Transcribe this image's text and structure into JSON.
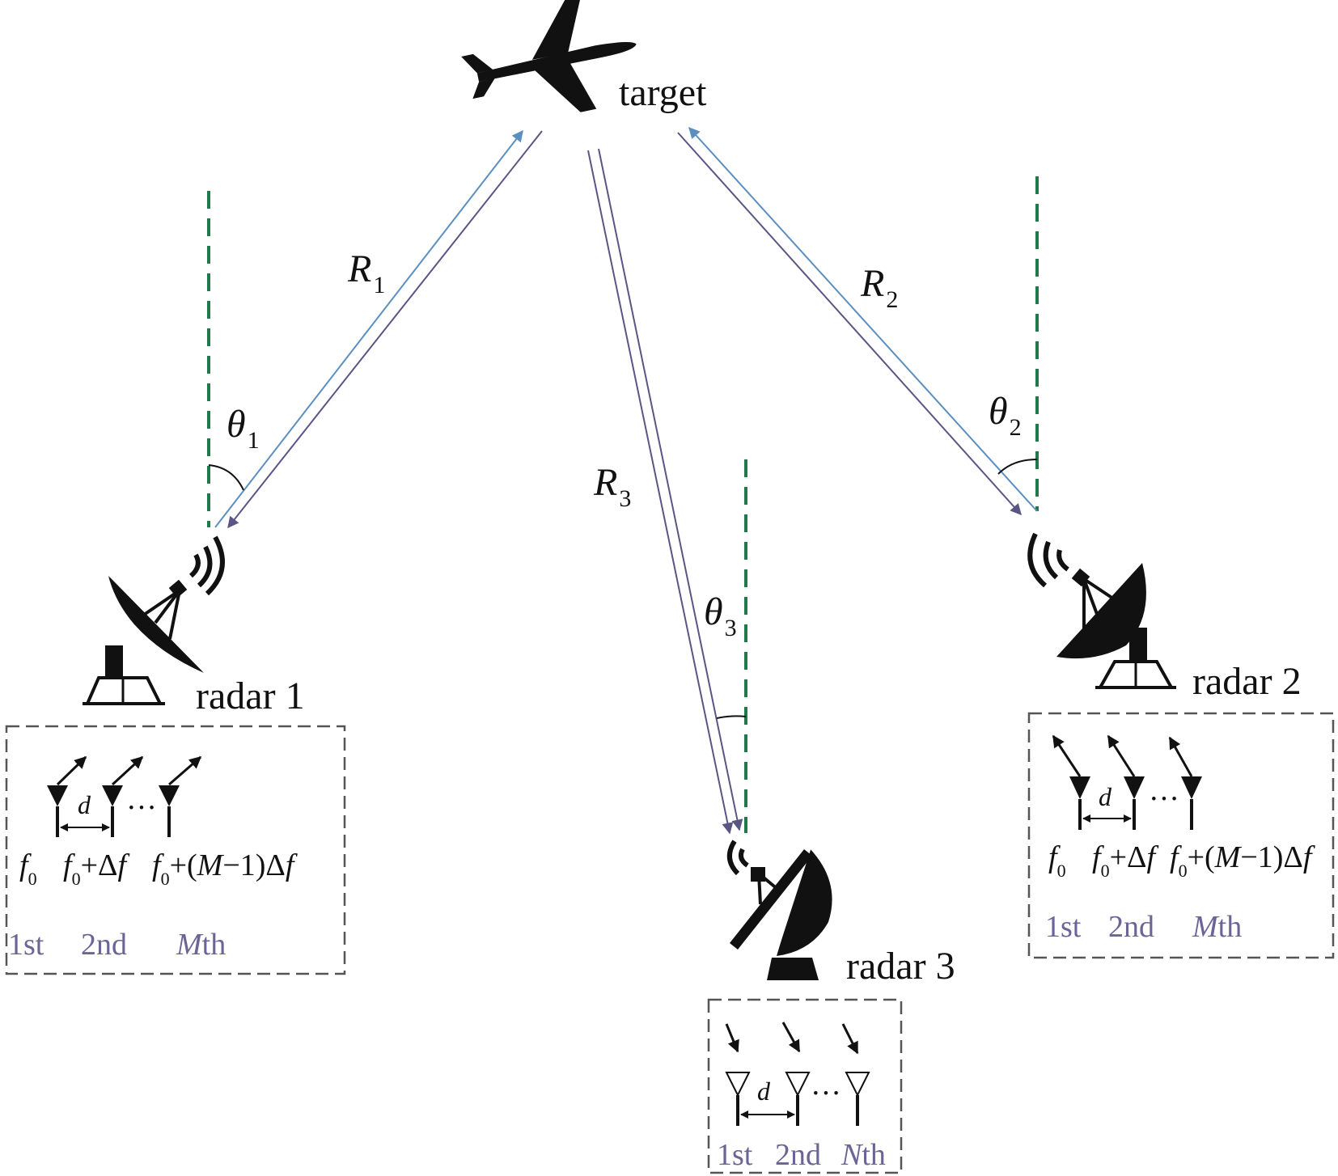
{
  "target": {
    "label": "target"
  },
  "paths": [
    {
      "id": "1",
      "range_symbol": "R",
      "range_sub": "1",
      "angle_symbol": "θ",
      "angle_sub": "1"
    },
    {
      "id": "2",
      "range_symbol": "R",
      "range_sub": "2",
      "angle_symbol": "θ",
      "angle_sub": "2"
    },
    {
      "id": "3",
      "range_symbol": "R",
      "range_sub": "3",
      "angle_symbol": "θ",
      "angle_sub": "3"
    }
  ],
  "radars": {
    "radar1": {
      "label": "radar 1"
    },
    "radar2": {
      "label": "radar 2"
    },
    "radar3": {
      "label": "radar 3"
    }
  },
  "transmit_array": {
    "spacing": "d",
    "ellipsis": "···",
    "freq": {
      "f": "f",
      "zero": "0",
      "plus_delta": "+Δ",
      "plus_open": "+(",
      "M": "M",
      "minus_one": "−1)Δ"
    },
    "ordinals": {
      "first": "1st",
      "second": "2nd",
      "last_var": "M",
      "last_suffix": "th"
    }
  },
  "receive_array": {
    "spacing": "d",
    "ellipsis": "···",
    "ordinals": {
      "first": "1st",
      "second": "2nd",
      "last_var": "N",
      "last_suffix": "th"
    }
  },
  "colors": {
    "outbound": "#5b8fc0",
    "return": "#5a5585",
    "boresight": "#1e7a4a",
    "box": "#555555",
    "ordinal": "#6b6496",
    "ink": "#111111"
  }
}
